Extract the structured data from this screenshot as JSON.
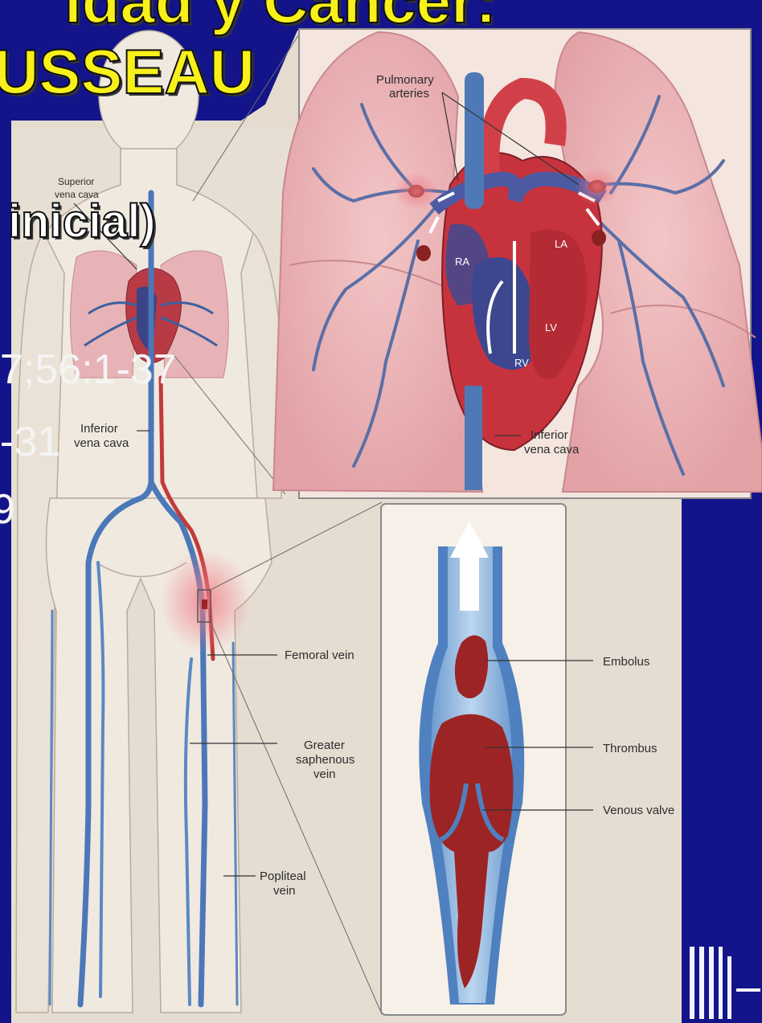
{
  "slide": {
    "title_line1": "idad y Cáncer:",
    "title_line2": "USSEAU",
    "subtitle_fragment": "inicial)",
    "citation_fragments": [
      "7;56:1-37",
      "-31",
      "9"
    ]
  },
  "illustration": {
    "body_labels": {
      "superior_vena_cava": [
        "Superior",
        "vena cava"
      ],
      "inferior_vena_cava": [
        "Inferior",
        "vena cava"
      ],
      "femoral_vein": "Femoral vein",
      "greater_saphenous_vein": [
        "Greater",
        "saphenous",
        "vein"
      ],
      "popliteal_vein": [
        "Popliteal",
        "vein"
      ]
    },
    "heart_labels": {
      "pulmonary_arteries": [
        "Pulmonary",
        "arteries"
      ],
      "ra": "RA",
      "la": "LA",
      "lv": "LV",
      "rv": "RV",
      "inferior_vena_cava": [
        "Inferior",
        "vena cava"
      ]
    },
    "vein_labels": {
      "embolus": "Embolus",
      "thrombus": "Thrombus",
      "venous_valve": "Venous valve"
    }
  },
  "colors": {
    "background": "#14148a",
    "title": "#f7f01a",
    "vein_blue": "#4a78b8",
    "artery_red": "#c23a3a",
    "clot": "#9c2424",
    "lung": "#eab4b6",
    "skin": "#efe7dd"
  }
}
